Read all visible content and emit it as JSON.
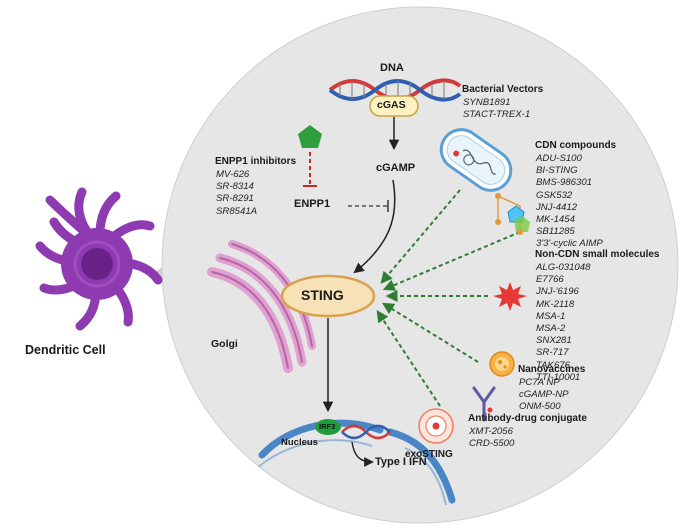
{
  "cell_label": "Dendritic Cell",
  "pathway": {
    "dna": "DNA",
    "cgas": "cGAS",
    "cgamp": "cGAMP",
    "enpp1": "ENPP1",
    "sting": "STING",
    "golgi": "Golgi",
    "nucleus": "Nucleus",
    "irf3": "IRF3",
    "type1_ifn": "Type I IFN"
  },
  "enpp1_inhibitors": {
    "title": "ENPP1 inhibitors",
    "items": [
      "MV-626",
      "SR-8314",
      "SR-8291",
      "SR8541A"
    ]
  },
  "bacterial_vectors": {
    "title": "Bacterial Vectors",
    "items": [
      "SYNB1891",
      "STACT-TREX-1"
    ]
  },
  "cdn_compounds": {
    "title": "CDN compounds",
    "items": [
      "ADU-S100",
      "BI-STING",
      "BMS-986301",
      "GSK532",
      "JNJ-4412",
      "MK-1454",
      "SB11285",
      "3'3'-cyclic AIMP"
    ]
  },
  "non_cdn": {
    "title": "Non-CDN small molecules",
    "items": [
      "ALG-031048",
      "E7766",
      "JNJ-'6196",
      "MK-2118",
      "MSA-1",
      "MSA-2",
      "SNX281",
      "SR-717",
      "TAK676",
      "TTI-10001"
    ]
  },
  "nanovaccines": {
    "title": "Nanovaccines",
    "items": [
      "PC7A NP",
      "cGAMP-NP",
      "ONM-500"
    ]
  },
  "adc": {
    "title": "Antibody-drug conjugate",
    "items": [
      "XMT-2056",
      "CRD-5500"
    ]
  },
  "exosting": "exoSTING",
  "colors": {
    "circle_fill": "#e6e6e6",
    "sting_fill": "#f7e2b8",
    "sting_stroke": "#d9a24a",
    "agonist_arrow": "#2f7d32",
    "inhibitor_line": "#c62828",
    "cell_purple": "#8e3ab0",
    "nucleus_blue": "#4a86c5",
    "irf3_green": "#1f9d3a",
    "burst_red": "#e53935",
    "pentagon_green": "#2e9e3e"
  }
}
